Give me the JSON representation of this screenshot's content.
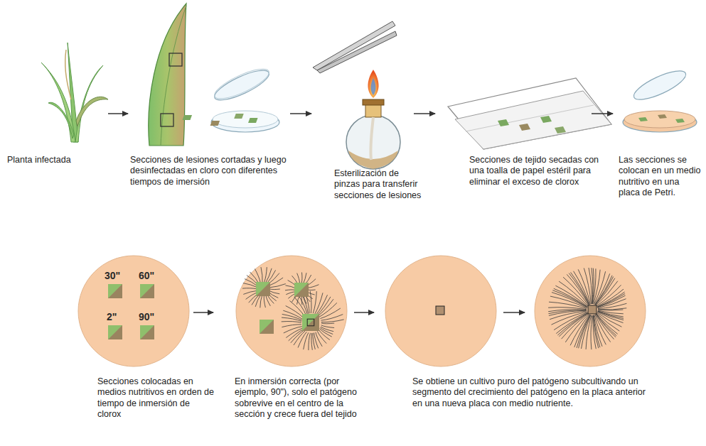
{
  "diagram": {
    "labels": [
      "Planta infectada",
      "Secciones de lesiones cortadas y luego desinfectadas en cloro con diferentes tiempos de imersión",
      "Esterilización de pinzas para transferir secciones de lesiones",
      "Secciones de tejido secadas con una toalla de papel estéril para eliminar el exceso de clorox",
      "Las secciones se colocan en un medio nutritivo en una placa de Petri.",
      "30\"",
      "60\"",
      "2\"",
      "90\"",
      "Secciones colocadas en medios nutritivos en orden de tiempo de inmersión de clorox",
      "En inmersión correcta (por ejemplo, 90\"), solo el patógeno sobrevive en el centro de la sección y crece fuera del tejido",
      "Se obtiene un cultivo puro del patógeno subcultivando un segmento del crecimiento del patógeno en la placa anterior en una nueva placa con medio nutriente."
    ]
  }
}
